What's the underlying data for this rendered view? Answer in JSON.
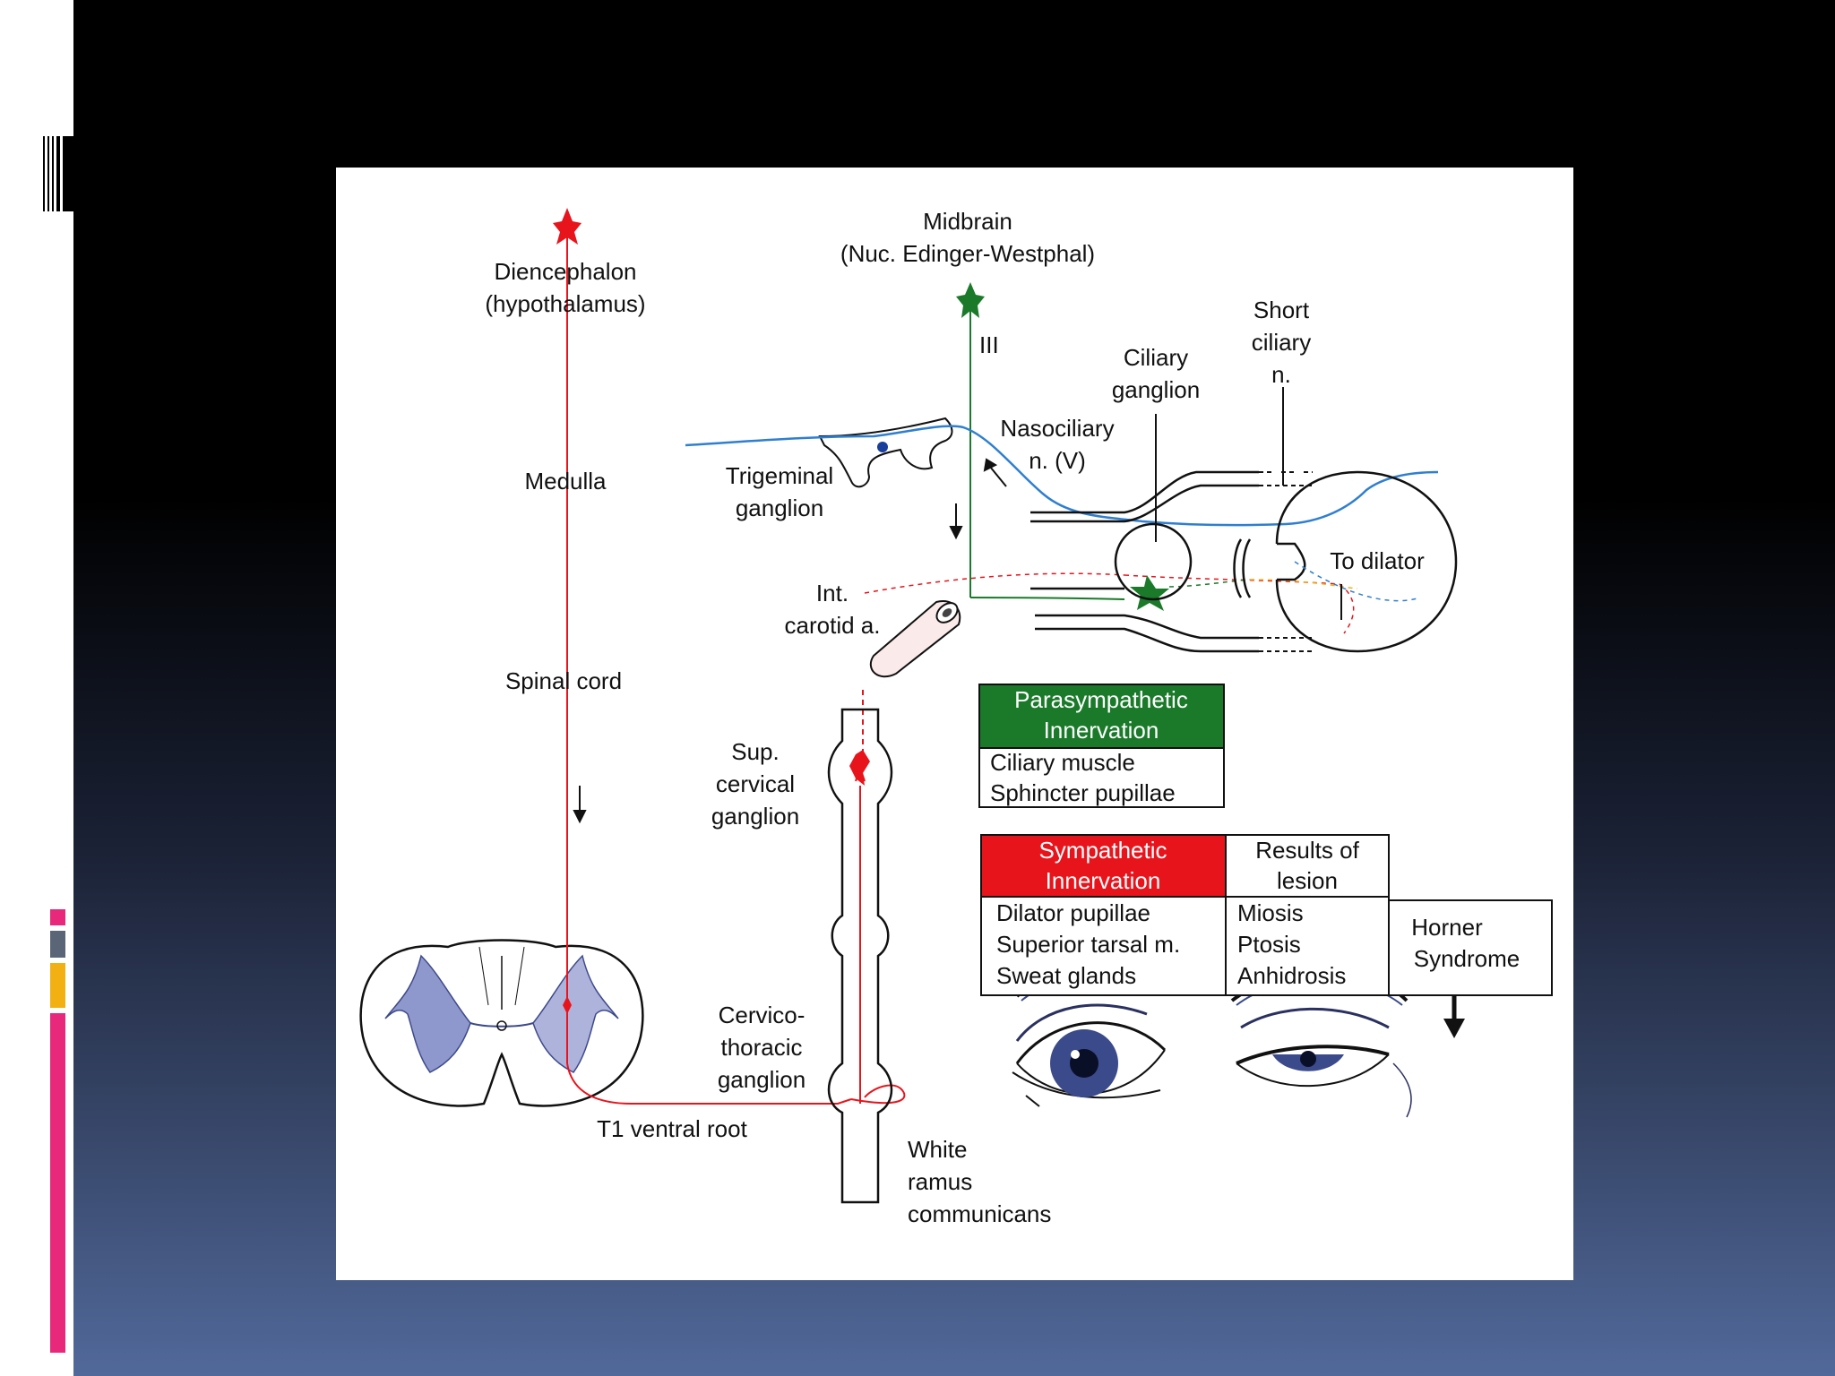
{
  "labels": {
    "diencephalon": "Diencephalon",
    "hypothalamus": "(hypothalamus)",
    "medulla": "Medulla",
    "spinal_cord": "Spinal cord",
    "midbrain": "Midbrain",
    "nuc_ew": "(Nuc. Edinger-Westphal)",
    "cn3": "III",
    "short_ciliary_1": "Short",
    "short_ciliary_2": "ciliary",
    "short_ciliary_3": "n.",
    "ciliary_ganglion_1": "Ciliary",
    "ciliary_ganglion_2": "ganglion",
    "nasociliary_1": "Nasociliary",
    "nasociliary_2": "n. (V)",
    "trigeminal_1": "Trigeminal",
    "trigeminal_2": "ganglion",
    "to_dilator": "To dilator",
    "int_carotid_1": "Int.",
    "int_carotid_2": "carotid a.",
    "sup_cervical_1": "Sup.",
    "sup_cervical_2": "cervical",
    "sup_cervical_3": "ganglion",
    "cervicothoracic_1": "Cervico-",
    "cervicothoracic_2": "thoracic",
    "cervicothoracic_3": "ganglion",
    "t1_root": "T1 ventral root",
    "white_ramus_1": "White",
    "white_ramus_2": "ramus",
    "white_ramus_3": "communicans"
  },
  "tables": {
    "parasympathetic": {
      "header_1": "Parasympathetic",
      "header_2": "Innervation",
      "items": [
        "Ciliary muscle",
        "Sphincter pupillae"
      ]
    },
    "sympathetic": {
      "header_1": "Sympathetic",
      "header_2": "Innervation",
      "items": [
        "Dilator pupillae",
        "Superior tarsal m.",
        "Sweat glands"
      ]
    },
    "results": {
      "header_1": "Results of",
      "header_2": "lesion",
      "items": [
        "Miosis",
        "Ptosis",
        "Anhidrosis"
      ]
    },
    "horner": {
      "line_1": "Horner",
      "line_2": "Syndrome"
    }
  },
  "colors": {
    "sympathetic": "#e8141c",
    "parasympathetic": "#1a7a2a",
    "sensory": "#2f7fd0",
    "accent_pink": "#e8287a",
    "accent_slate": "#5a6678",
    "accent_gold": "#f2b012"
  },
  "icons": {
    "bars": "vertical-bars-icon"
  }
}
